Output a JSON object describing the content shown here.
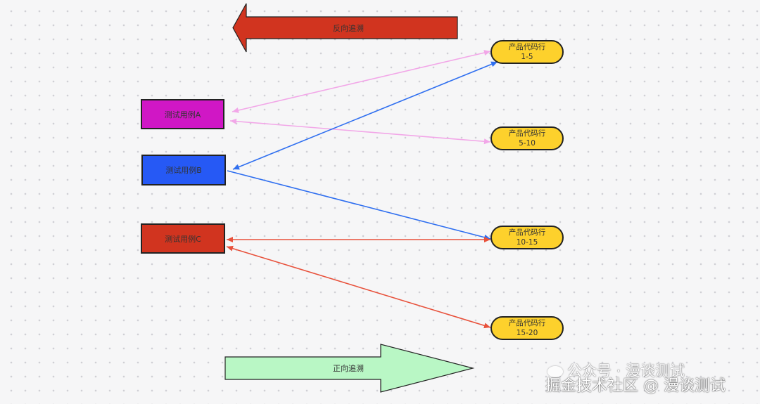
{
  "diagram": {
    "test_cases": [
      {
        "label": "测试用例A",
        "color": "#d017c5"
      },
      {
        "label": "测试用例B",
        "color": "#2659f5"
      },
      {
        "label": "测试用例C",
        "color": "#d1341f"
      }
    ],
    "code_lines": [
      {
        "title": "产品代码行",
        "range": "1-5"
      },
      {
        "title": "产品代码行",
        "range": "5-10"
      },
      {
        "title": "产品代码行",
        "range": "10-15"
      },
      {
        "title": "产品代码行",
        "range": "15-20"
      }
    ],
    "pill_color": "#fdd12c",
    "backward_trace": {
      "label": "反向追溯",
      "color": "#d1341f"
    },
    "forward_trace": {
      "label": "正向追溯",
      "color": "#b9f7c5"
    },
    "link_colors": {
      "pink": "#f2a7e8",
      "blue": "#2f6ff0",
      "red": "#e8513b"
    }
  },
  "watermark": {
    "line1": "公众号 · 漫谈测试",
    "line2": "掘金技术社区 @ 漫谈测试"
  }
}
